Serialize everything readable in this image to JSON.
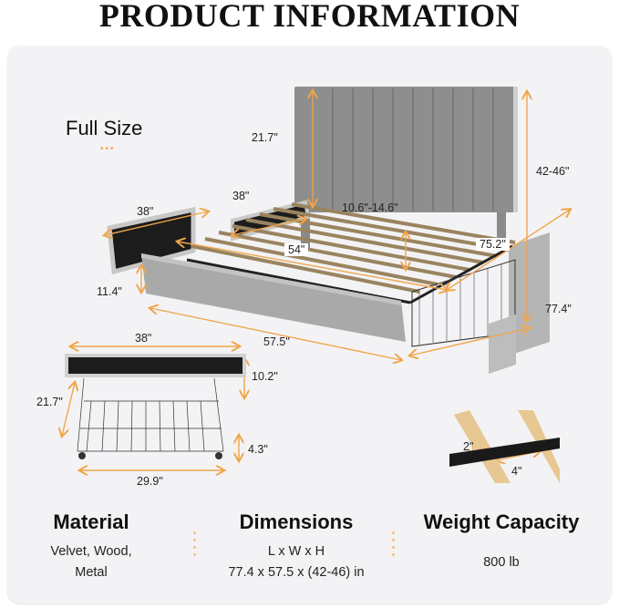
{
  "title": "PRODUCT INFORMATION",
  "size_label": "Full Size",
  "accent_color": "#f0a54a",
  "bed_dimensions": {
    "headboard_height": "21.7\"",
    "total_height": "42-46\"",
    "adjustable_gap": "10.6\"-14.6\"",
    "drawer_length_left": "38\"",
    "drawer_length_back": "38\"",
    "inner_width": "54\"",
    "inner_length": "75.2\"",
    "clearance": "11.4\"",
    "overall_width": "57.5\"",
    "overall_length": "77.4\""
  },
  "drawer_dimensions": {
    "length": "38\"",
    "panel_height": "10.2\"",
    "depth": "21.7\"",
    "basket_height": "4.3\"",
    "basket_length": "29.9\""
  },
  "slat_dimensions": {
    "gap": "2\"",
    "width": "4\""
  },
  "specs": [
    {
      "heading": "Material",
      "lines": [
        "Velvet, Wood,",
        "Metal"
      ]
    },
    {
      "heading": "Dimensions",
      "lines": [
        "L x W x H",
        "77.4 x 57.5 x (42-46) in"
      ]
    },
    {
      "heading": "Weight Capacity",
      "lines": [
        "800 lb"
      ]
    }
  ]
}
